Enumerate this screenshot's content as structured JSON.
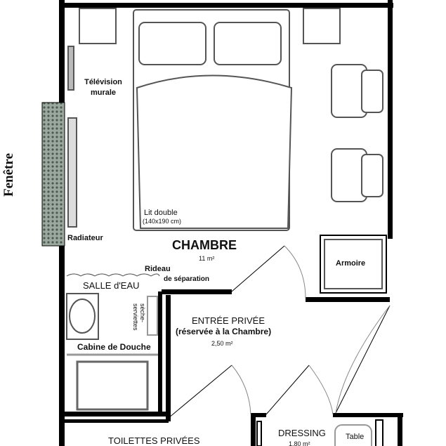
{
  "rooms": {
    "window": "Fenêtre",
    "tv": "Télévision murale",
    "bed": "Lit double",
    "bed_size": "(140x190 cm)",
    "radiator": "Radiateur",
    "chambre": "CHAMBRE",
    "chambre_area": "11 m²",
    "curtain_1": "Rideau",
    "curtain_2": "de séparation",
    "salle_eau": "SALLE d'EAU",
    "towel_dryer": "sèche-serviettes",
    "shower": "Cabine de Douche",
    "entree": "ENTRÉE PRIVÉE",
    "entree_note": "(réservée à la Chambre)",
    "entree_area": "2,50 m²",
    "armoire": "Armoire",
    "toilettes": "TOILETTES PRIVÉES",
    "dressing": "DRESSING",
    "dressing_area": "1,80 m²",
    "table": "Table"
  },
  "colors": {
    "wall": "#000000",
    "furniture": "#555555",
    "window": "#7a8a80"
  }
}
